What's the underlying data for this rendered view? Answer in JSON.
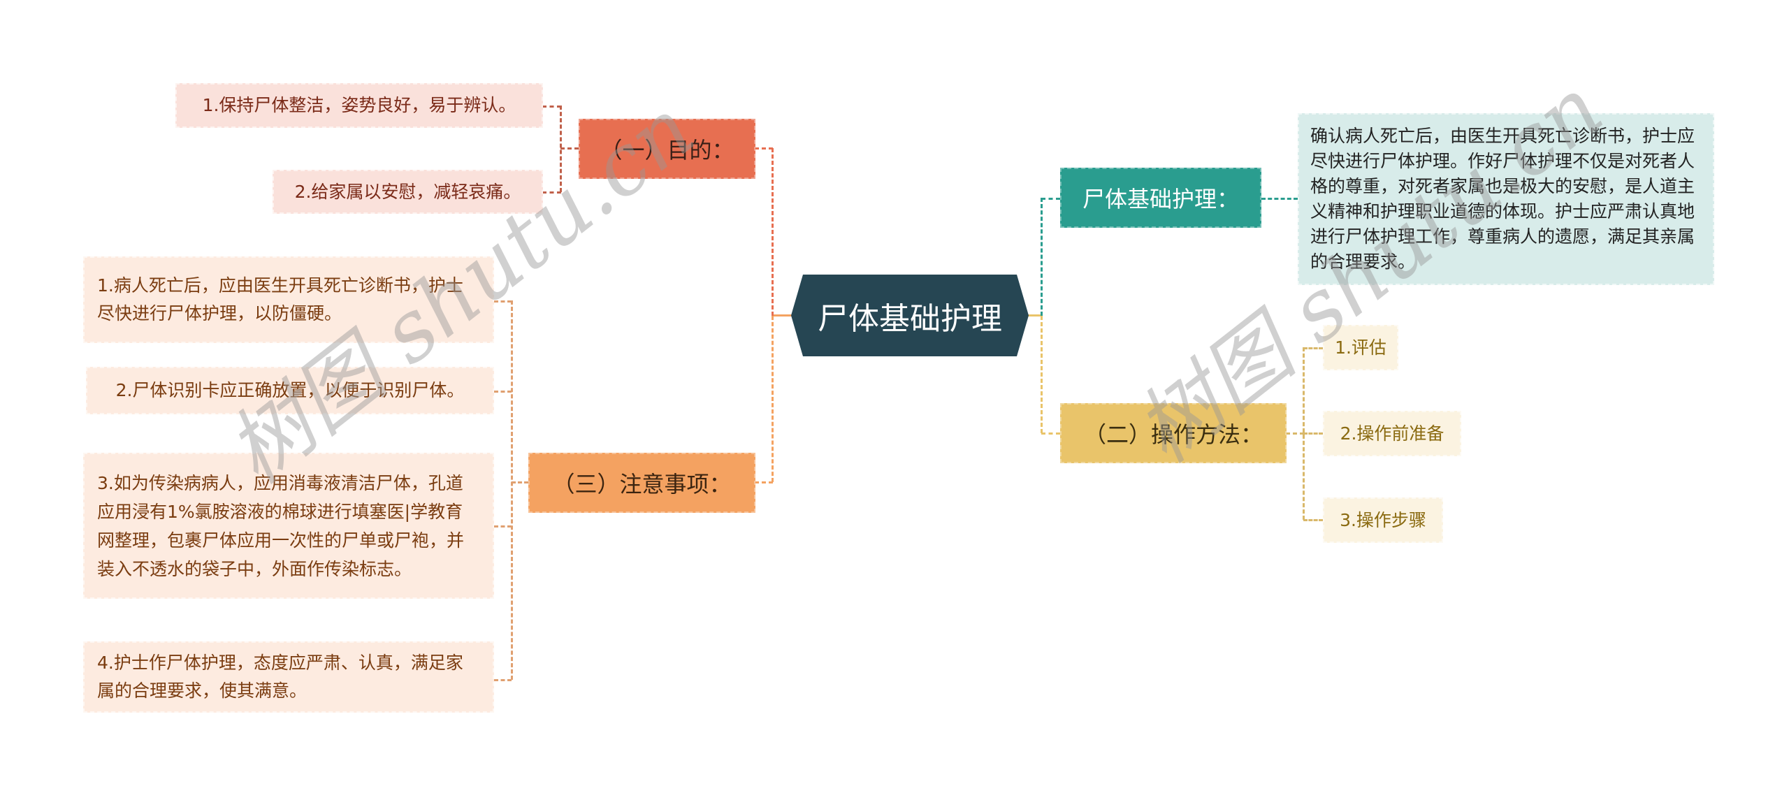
{
  "root": {
    "label": "尸体基础护理",
    "color": "#264653"
  },
  "branches": {
    "purpose": {
      "label": "（一）目的：",
      "color": "#E76F51",
      "children": [
        "1.保持尸体整洁，姿势良好，易于辨认。",
        "2.给家属以安慰，减轻哀痛。"
      ]
    },
    "notes": {
      "label": "（三）注意事项：",
      "color": "#F4A261",
      "children": [
        "1.病人死亡后，应由医生开具死亡诊断书，护士尽快进行尸体护理，以防僵硬。",
        "2.尸体识别卡应正确放置，以便于识别尸体。",
        "3.如为传染病病人，应用消毒液清洁尸体，孔道应用浸有1%氯胺溶液的棉球进行填塞医|学教育网整理，包裹尸体应用一次性的尸单或尸袍，并装入不透水的袋子中，外面作传染标志。",
        "4.护士作尸体护理，态度应严肃、认真，满足家属的合理要求，使其满意。"
      ]
    },
    "basic_care": {
      "label": "尸体基础护理：",
      "color": "#2A9D8F",
      "description": "确认病人死亡后，由医生开具死亡诊断书，护士应尽快进行尸体护理。作好尸体护理不仅是对死者人格的尊重，对死者家属也是极大的安慰，是人道主义精神和护理职业道德的体现。护士应严肃认真地进行尸体护理工作，尊重病人的遗愿，满足其亲属的合理要求。"
    },
    "method": {
      "label": "（二）操作方法：",
      "color": "#E9C46A",
      "children": [
        "1.评估",
        "2.操作前准备",
        "3.操作步骤"
      ]
    }
  },
  "watermark": {
    "text_left": "树图 shutu.cn",
    "text_right": "树图 shutu.cn"
  }
}
